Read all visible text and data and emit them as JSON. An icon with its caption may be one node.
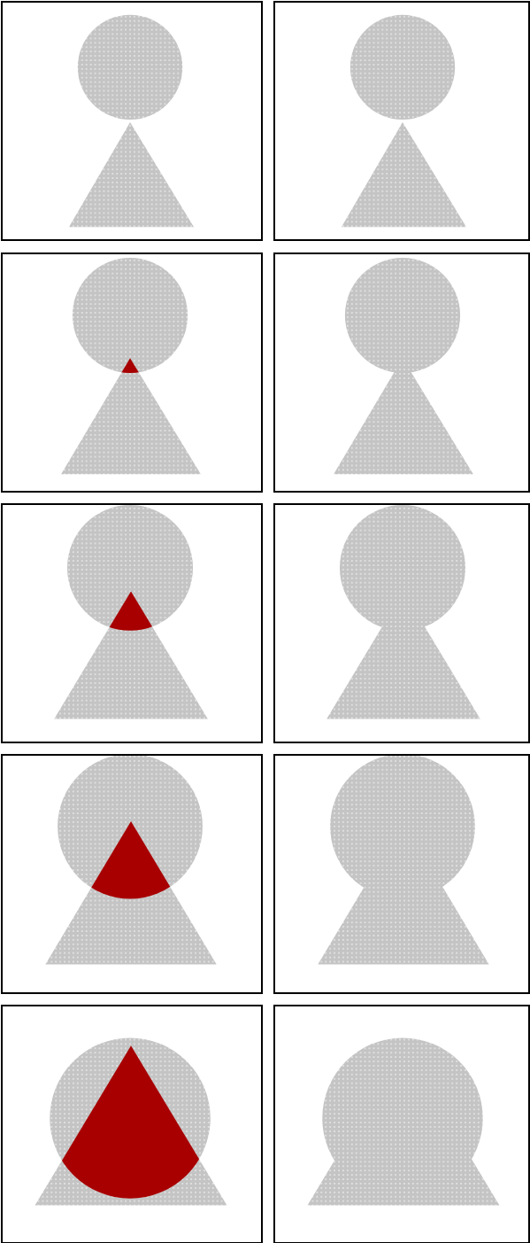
{
  "diagram": {
    "nodes": [
      {
        "text": [],
        "shape": "box"
      },
      {
        "text": [],
        "shape": "box"
      },
      {
        "text": [],
        "shape": "box"
      },
      {
        "text": [],
        "shape": "box"
      },
      {
        "text": [],
        "shape": "box"
      },
      {
        "text": [],
        "shape": "box"
      },
      {
        "text": [],
        "shape": "box"
      },
      {
        "text": [],
        "shape": "box"
      },
      {
        "text": [],
        "shape": "box"
      },
      {
        "text": [],
        "shape": "box"
      }
    ]
  }
}
